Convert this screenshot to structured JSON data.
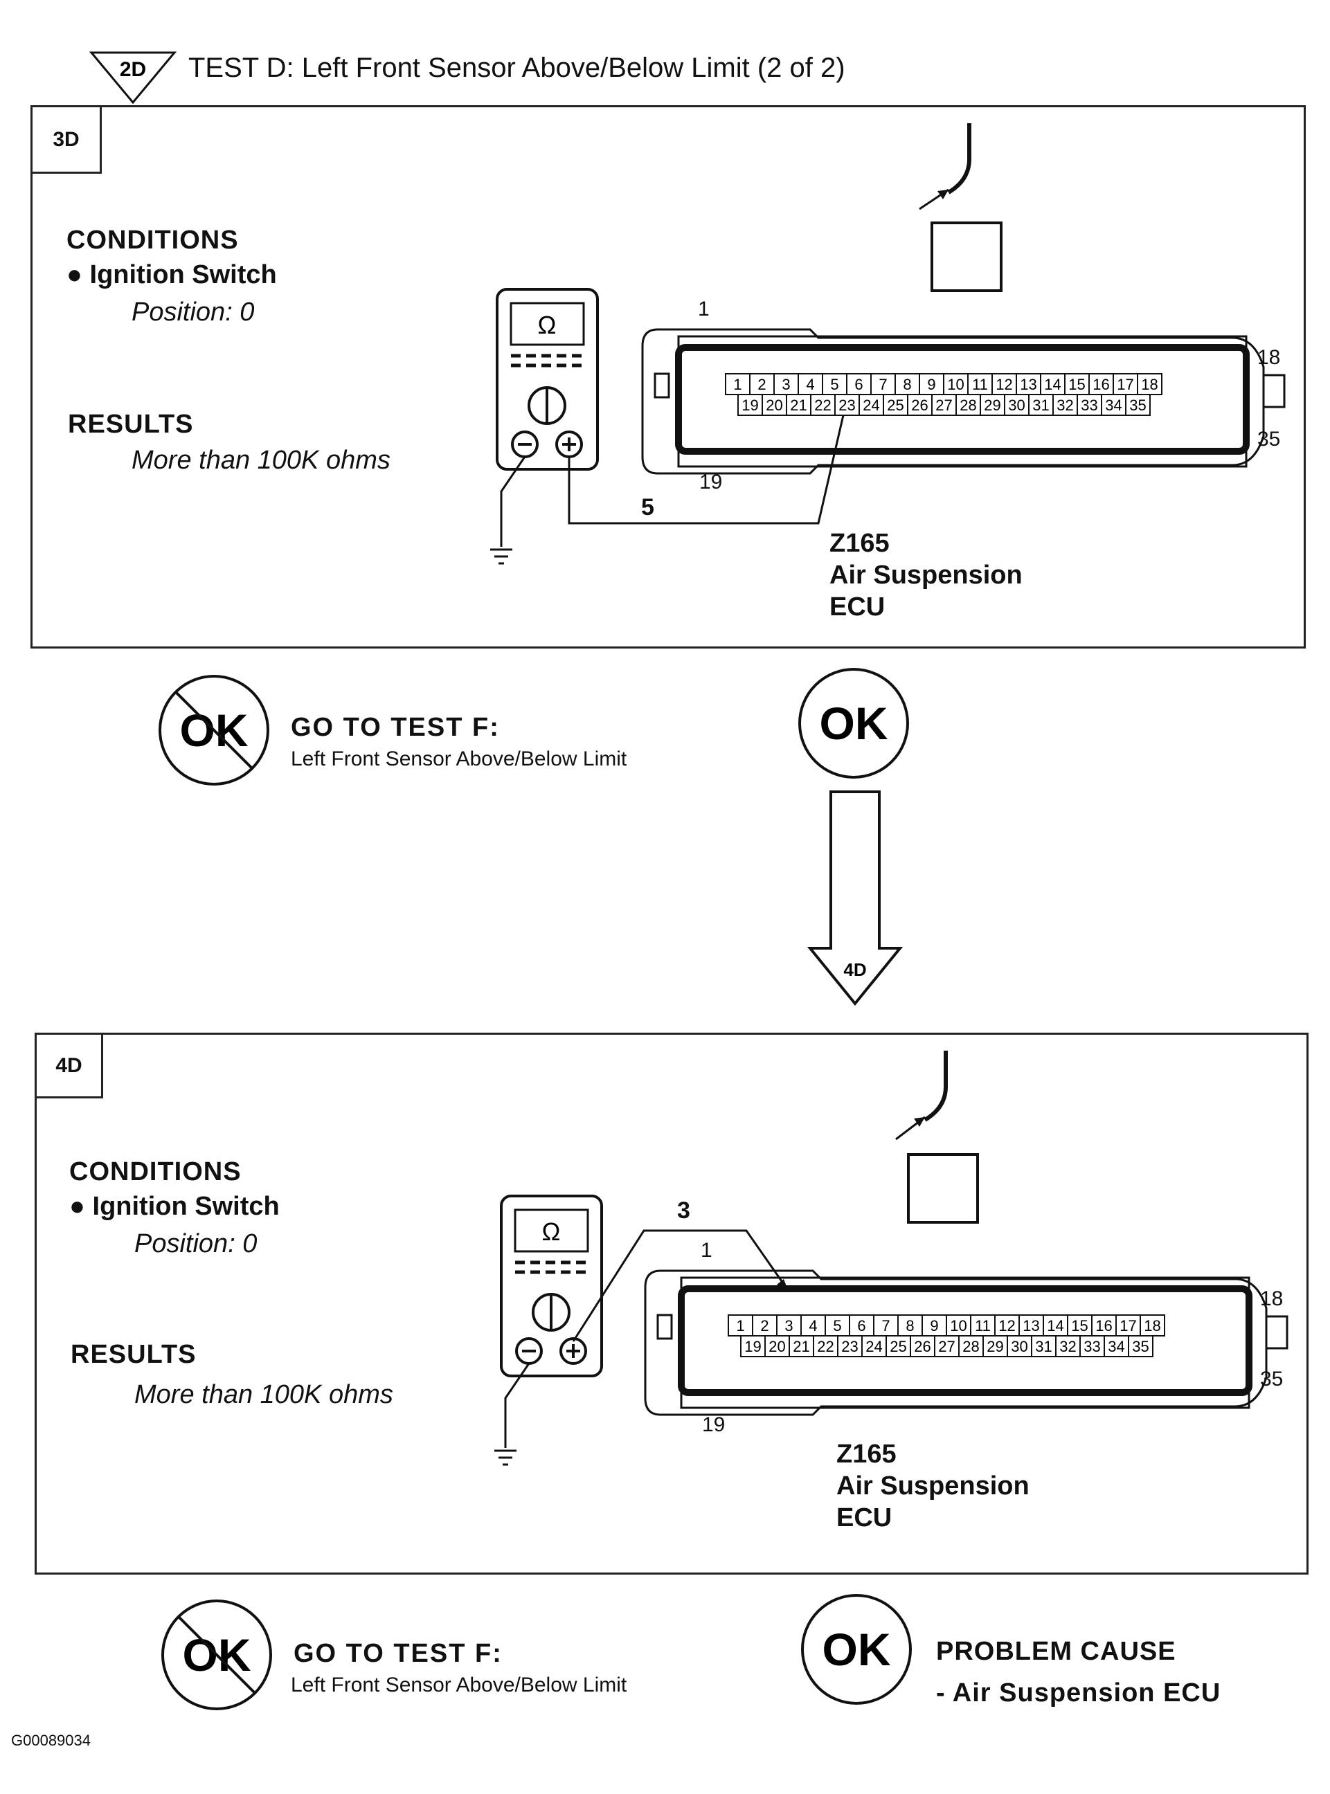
{
  "header": {
    "step_badge": "2D",
    "title": "TEST D: Left Front Sensor Above/Below Limit (2 of 2)"
  },
  "steps": [
    {
      "id": "3D",
      "conditions_heading": "CONDITIONS",
      "condition_item": "Ignition Switch",
      "condition_detail": "Position: 0",
      "results_heading": "RESULTS",
      "results_text": "More than 100K ohms",
      "meter_symbol": "Ω",
      "wire_label": "5",
      "pin_top_left": "1",
      "pin_top_right": "18",
      "pin_bottom_left": "19",
      "pin_bottom_right": "35",
      "connector_top_row": [
        "1",
        "2",
        "3",
        "4",
        "5",
        "6",
        "7",
        "8",
        "9",
        "10",
        "11",
        "12",
        "13",
        "14",
        "15",
        "16",
        "17",
        "18"
      ],
      "connector_bottom_row": [
        "19",
        "20",
        "21",
        "22",
        "23",
        "24",
        "25",
        "26",
        "27",
        "28",
        "29",
        "30",
        "31",
        "32",
        "33",
        "34",
        "35"
      ],
      "component_id": "Z165",
      "component_name": "Air Suspension",
      "component_type": "ECU",
      "not_ok": {
        "symbol": "OK",
        "action": "GO TO TEST F:",
        "detail": "Left Front Sensor Above/Below Limit"
      },
      "ok": {
        "symbol": "OK"
      },
      "next_step_arrow": "4D"
    },
    {
      "id": "4D",
      "conditions_heading": "CONDITIONS",
      "condition_item": "Ignition Switch",
      "condition_detail": "Position: 0",
      "results_heading": "RESULTS",
      "results_text": "More than 100K ohms",
      "meter_symbol": "Ω",
      "wire_label": "3",
      "pin_top_left": "1",
      "pin_top_right": "18",
      "pin_bottom_left": "19",
      "pin_bottom_right": "35",
      "connector_top_row": [
        "1",
        "2",
        "3",
        "4",
        "5",
        "6",
        "7",
        "8",
        "9",
        "10",
        "11",
        "12",
        "13",
        "14",
        "15",
        "16",
        "17",
        "18"
      ],
      "connector_bottom_row": [
        "19",
        "20",
        "21",
        "22",
        "23",
        "24",
        "25",
        "26",
        "27",
        "28",
        "29",
        "30",
        "31",
        "32",
        "33",
        "34",
        "35"
      ],
      "component_id": "Z165",
      "component_name": "Air Suspension",
      "component_type": "ECU",
      "not_ok": {
        "symbol": "OK",
        "action": "GO TO TEST F:",
        "detail": "Left Front Sensor Above/Below Limit"
      },
      "ok": {
        "symbol": "OK",
        "heading": "PROBLEM CAUSE",
        "cause": "- Air Suspension ECU"
      }
    }
  ],
  "footer": {
    "figure_code": "G00089034"
  }
}
